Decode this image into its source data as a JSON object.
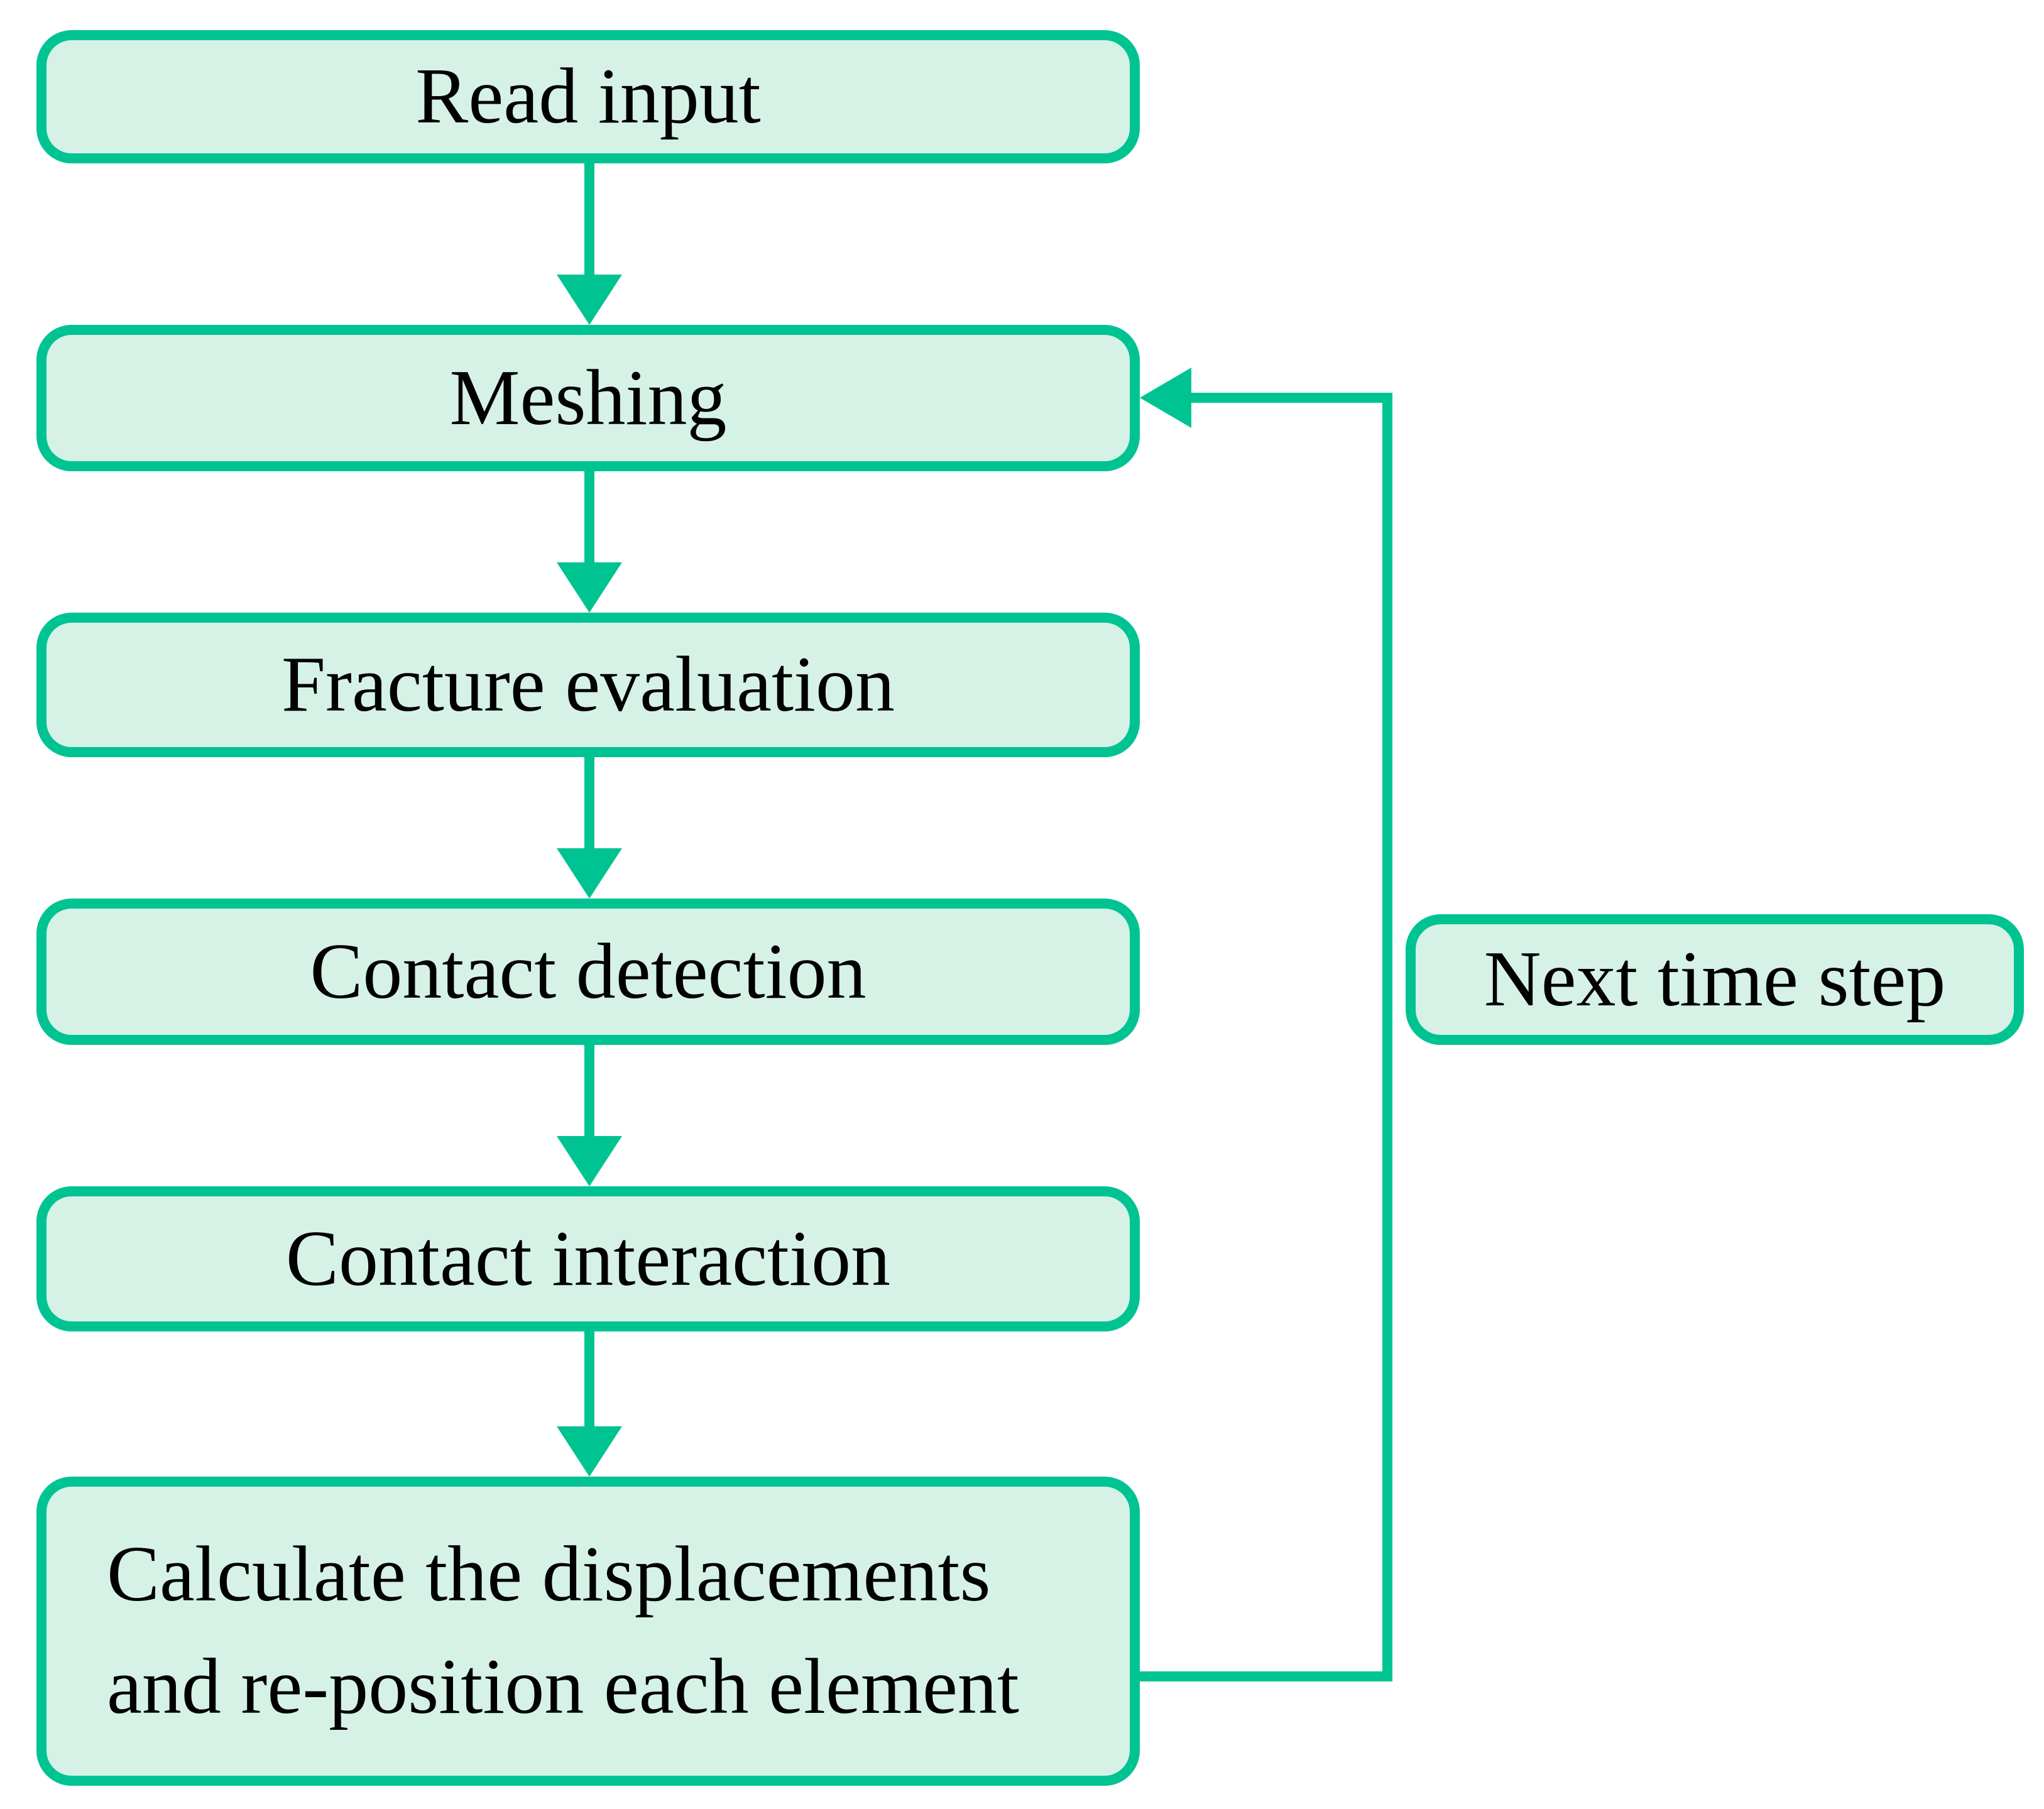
{
  "figure": {
    "type": "flowchart",
    "nodes": {
      "read_input": "Read input",
      "meshing": "Meshing",
      "fracture_evaluation": "Fracture evaluation",
      "contact_detection": "Contact detection",
      "contact_interaction": "Contact interaction",
      "calculate_line1": "Calculate the displacements",
      "calculate_line2": "and re-position each element",
      "next_time_step": "Next time step"
    },
    "edges": [
      "Read input -> Meshing",
      "Meshing -> Fracture evaluation",
      "Fracture evaluation -> Contact detection",
      "Contact detection -> Contact interaction",
      "Contact interaction -> Calculate the displacements and re-position each element",
      "Calculate the displacements and re-position each element -> Meshing (next time step loop)"
    ],
    "colors": {
      "accent_green": "#00C392",
      "node_fill": "#D6F2E6",
      "text": "#000000",
      "background": "#FFFFFF"
    }
  }
}
